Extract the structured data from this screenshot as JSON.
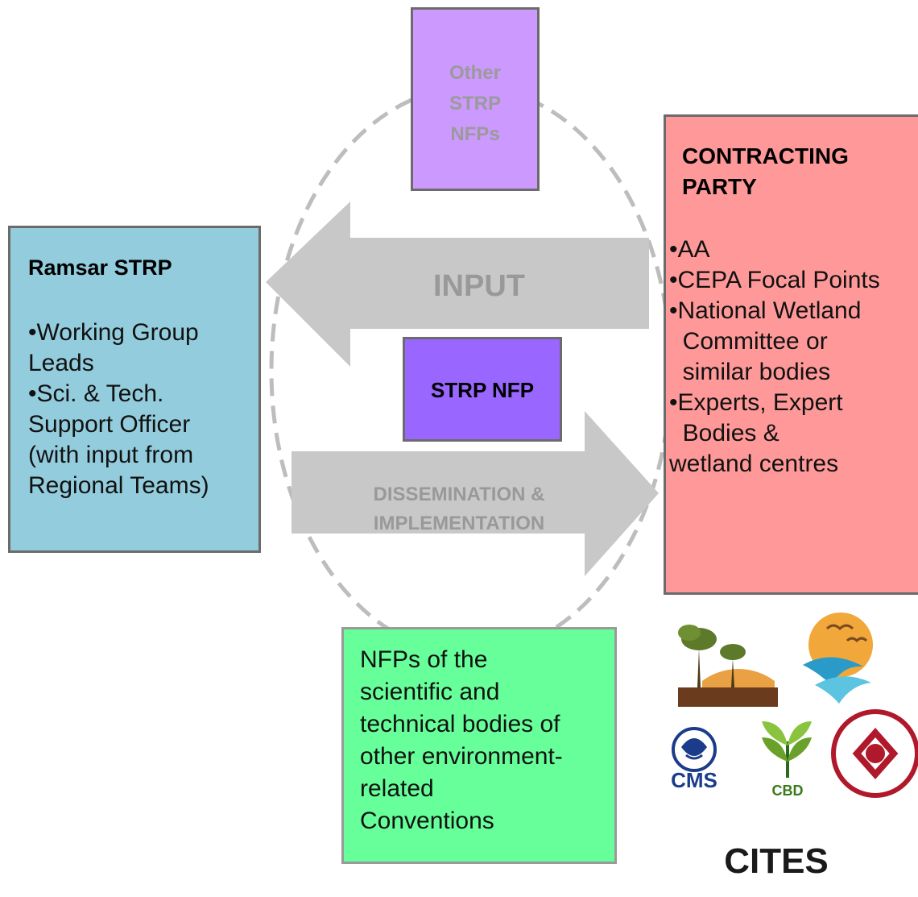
{
  "ramsar": {
    "title": "Ramsar STRP",
    "bullets": [
      "•Working Group",
      "Leads",
      "•Sci. & Tech.",
      "Support Officer",
      "(with input from",
      "Regional Teams)"
    ]
  },
  "contracting_party": {
    "title": "CONTRACTING PARTY",
    "bullets": [
      "•AA",
      "•CEPA Focal Points",
      "•National Wetland",
      "  Committee or",
      "  similar bodies",
      "•Experts, Expert",
      "  Bodies &",
      "wetland centres"
    ]
  },
  "other_strp": {
    "lines": [
      "Other",
      "STRP",
      "NFPs"
    ]
  },
  "strp_nfp": {
    "label": "STRP NFP"
  },
  "arrows": {
    "input": "INPUT",
    "dissemination": [
      "DISSEMINATION &",
      "IMPLEMENTATION"
    ]
  },
  "nfps_box": {
    "text": "NFPs of  the\nscientific and\ntechnical bodies of\nother environment-\nrelated\nConventions"
  },
  "logos": {
    "cms": "CMS",
    "cbd": "CBD",
    "cites": "CITES"
  },
  "colors": {
    "ramsar": "#93cddd",
    "party": "#ff9999",
    "other": "#cc99ff",
    "strp_nfp": "#9966ff",
    "nfps": "#66ff99",
    "arrow": "#c8c8c8",
    "dashed": "#bdbdbd"
  }
}
